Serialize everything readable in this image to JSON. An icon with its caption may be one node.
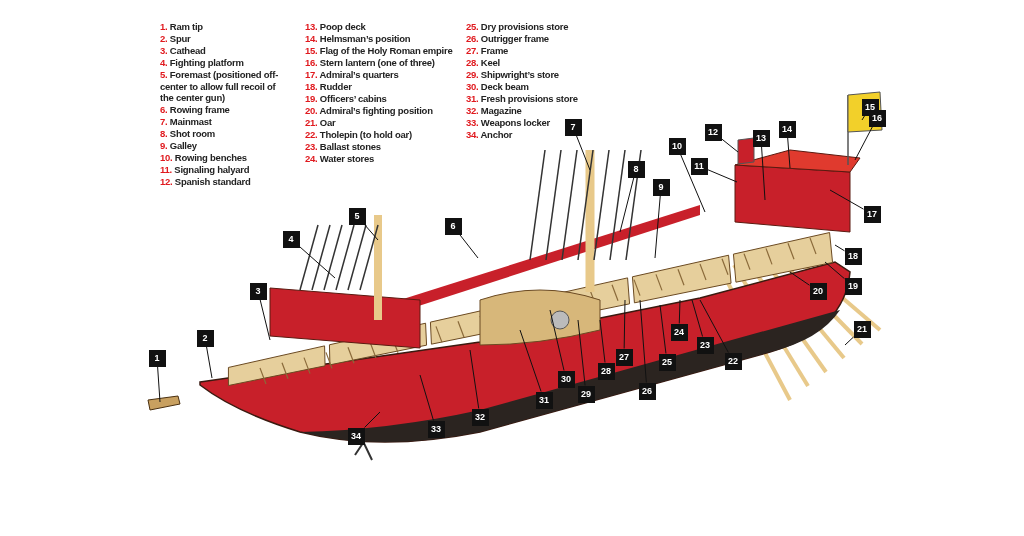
{
  "diagram": {
    "nodes": [
      {
        "text": [
          "1"
        ]
      },
      {
        "text": [
          "2"
        ]
      },
      {
        "text": [
          "3"
        ]
      },
      {
        "text": [
          "4"
        ]
      },
      {
        "text": [
          "5"
        ]
      },
      {
        "text": [
          "6"
        ]
      },
      {
        "text": [
          "7"
        ]
      },
      {
        "text": [
          "8"
        ]
      },
      {
        "text": [
          "9"
        ]
      },
      {
        "text": [
          "10"
        ]
      },
      {
        "text": [
          "11"
        ]
      },
      {
        "text": [
          "12"
        ]
      },
      {
        "text": [
          "13"
        ]
      },
      {
        "text": [
          "14"
        ]
      },
      {
        "text": [
          "15"
        ]
      },
      {
        "text": [
          "16"
        ]
      },
      {
        "text": [
          "17"
        ]
      },
      {
        "text": [
          "18"
        ]
      },
      {
        "text": [
          "19"
        ]
      },
      {
        "text": [
          "20"
        ]
      },
      {
        "text": [
          "21"
        ]
      },
      {
        "text": [
          "22"
        ]
      },
      {
        "text": [
          "23"
        ]
      },
      {
        "text": [
          "24"
        ]
      },
      {
        "text": [
          "25"
        ]
      },
      {
        "text": [
          "26"
        ]
      },
      {
        "text": [
          "27"
        ]
      },
      {
        "text": [
          "28"
        ]
      },
      {
        "text": [
          "29"
        ]
      },
      {
        "text": [
          "30"
        ]
      },
      {
        "text": [
          "31"
        ]
      },
      {
        "text": [
          "32"
        ]
      },
      {
        "text": [
          "33"
        ]
      },
      {
        "text": [
          "34"
        ]
      }
    ],
    "edges": [
      {
        "from": 0,
        "to": null,
        "arrow": "none"
      },
      {
        "from": 1,
        "to": null,
        "arrow": "none"
      },
      {
        "from": 2,
        "to": null,
        "arrow": "none"
      },
      {
        "from": 3,
        "to": null,
        "arrow": "none"
      },
      {
        "from": 4,
        "to": null,
        "arrow": "none"
      },
      {
        "from": 5,
        "to": null,
        "arrow": "none"
      },
      {
        "from": 6,
        "to": null,
        "arrow": "none"
      },
      {
        "from": 7,
        "to": null,
        "arrow": "none"
      },
      {
        "from": 8,
        "to": null,
        "arrow": "none"
      },
      {
        "from": 9,
        "to": null,
        "arrow": "none"
      },
      {
        "from": 10,
        "to": null,
        "arrow": "none"
      },
      {
        "from": 11,
        "to": null,
        "arrow": "none"
      },
      {
        "from": 12,
        "to": null,
        "arrow": "none"
      },
      {
        "from": 13,
        "to": null,
        "arrow": "none"
      },
      {
        "from": 14,
        "to": null,
        "arrow": "none"
      },
      {
        "from": 15,
        "to": null,
        "arrow": "none"
      },
      {
        "from": 16,
        "to": null,
        "arrow": "none"
      },
      {
        "from": 17,
        "to": null,
        "arrow": "none"
      },
      {
        "from": 18,
        "to": null,
        "arrow": "none"
      },
      {
        "from": 19,
        "to": null,
        "arrow": "none"
      },
      {
        "from": 20,
        "to": null,
        "arrow": "none"
      },
      {
        "from": 21,
        "to": null,
        "arrow": "none"
      },
      {
        "from": 22,
        "to": null,
        "arrow": "none"
      },
      {
        "from": 23,
        "to": null,
        "arrow": "none"
      },
      {
        "from": 24,
        "to": null,
        "arrow": "none"
      },
      {
        "from": 25,
        "to": null,
        "arrow": "none"
      },
      {
        "from": 26,
        "to": null,
        "arrow": "none"
      },
      {
        "from": 27,
        "to": null,
        "arrow": "none"
      },
      {
        "from": 28,
        "to": null,
        "arrow": "none"
      },
      {
        "from": 29,
        "to": null,
        "arrow": "none"
      },
      {
        "from": 30,
        "to": null,
        "arrow": "none"
      },
      {
        "from": 31,
        "to": null,
        "arrow": "none"
      },
      {
        "from": 32,
        "to": null,
        "arrow": "none"
      },
      {
        "from": 33,
        "to": null,
        "arrow": "none"
      }
    ],
    "labels": [
      "1. Ram tip",
      "2. Spur",
      "3. Cathead",
      "4. Fighting platform",
      "5. Foremast (positioned off-center to allow full recoil of the center gun)",
      "6. Rowing frame",
      "7. Mainmast",
      "8. Shot room",
      "9. Galley",
      "10. Rowing benches",
      "11. Signaling halyard",
      "12. Spanish standard",
      "13. Poop deck",
      "14. Helmsman’s position",
      "15. Flag of the Holy Roman empire",
      "16. Stern lantern (one of three)",
      "17. Admiral’s quarters",
      "18. Rudder",
      "19. Officers’ cabins",
      "20. Admiral’s fighting position",
      "21. Oar",
      "22. Tholepin (to hold oar)",
      "23. Ballast stones",
      "24. Water stores",
      "25. Dry provisions store",
      "26. Outrigger frame",
      "27. Frame",
      "28. Keel",
      "29. Shipwright’s store",
      "30. Deck beam",
      "31. Fresh provisions store",
      "32. Magazine",
      "33. Weapons locker",
      "34. Anchor"
    ]
  }
}
